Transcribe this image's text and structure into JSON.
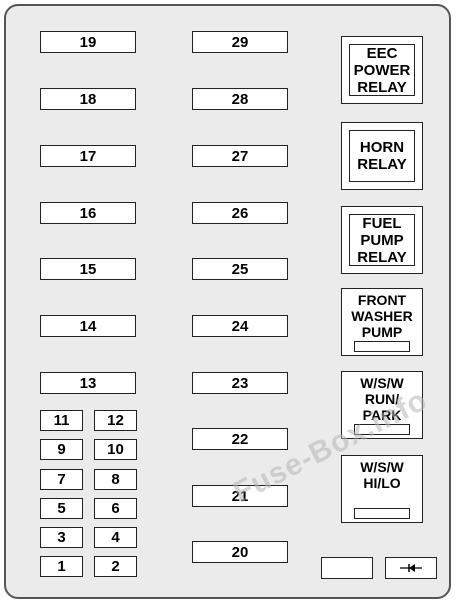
{
  "diagram": {
    "fuses_col1": [
      "19",
      "18",
      "17",
      "16",
      "15",
      "14",
      "13"
    ],
    "fuses_col2": [
      "29",
      "28",
      "27",
      "26",
      "25",
      "24",
      "23",
      "22",
      "21",
      "20"
    ],
    "mini_fuses": [
      [
        "11",
        "12"
      ],
      [
        "9",
        "10"
      ],
      [
        "7",
        "8"
      ],
      [
        "5",
        "6"
      ],
      [
        "3",
        "4"
      ],
      [
        "1",
        "2"
      ]
    ],
    "relays": {
      "eec_power": "EEC\nPOWER\nRELAY",
      "horn": "HORN\nRELAY",
      "fuel_pump": "FUEL\nPUMP\nRELAY",
      "front_washer_pump": "FRONT\nWASHER\nPUMP",
      "wsw_run_park": "W/S/W\nRUN/\nPARK",
      "wsw_hi_lo": "W/S/W\nHI/LO"
    },
    "diode_icon": "diode-symbol"
  },
  "watermark": "Fuse-Box.info"
}
